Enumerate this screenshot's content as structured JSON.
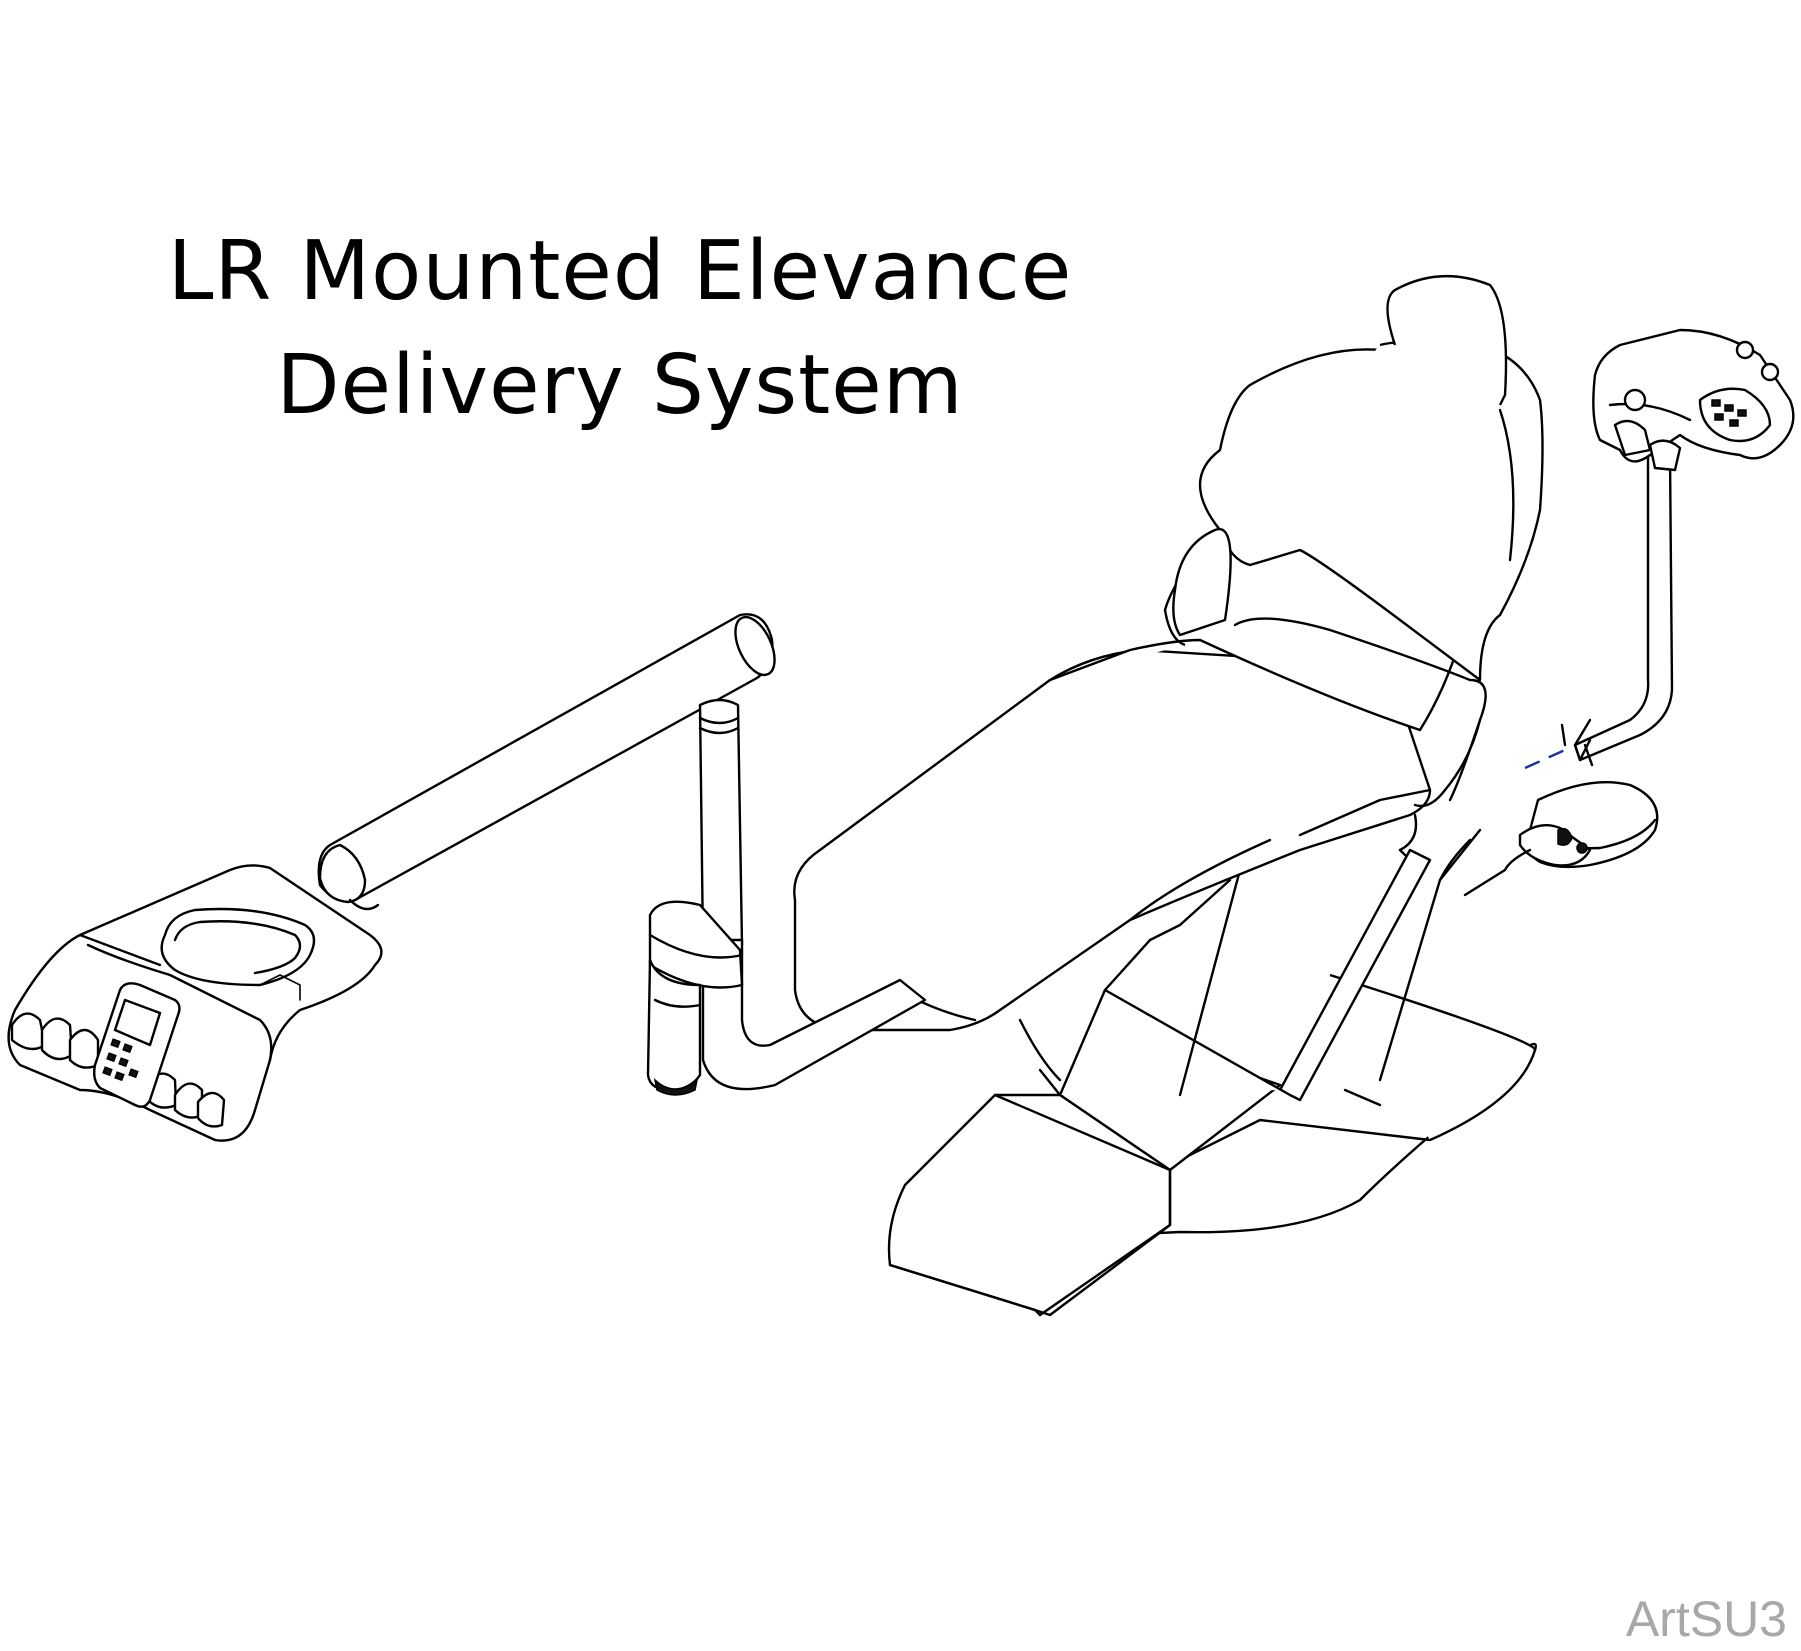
{
  "title": {
    "line1": "LR Mounted Elevance",
    "line2": "Delivery System"
  },
  "art_code": "ArtSU3"
}
